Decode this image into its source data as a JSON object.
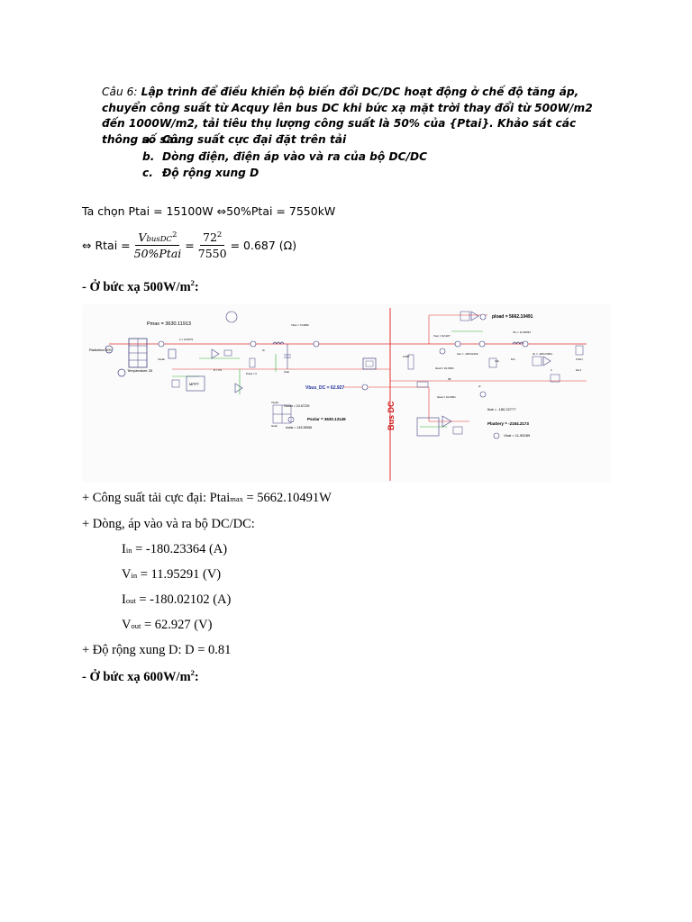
{
  "question": {
    "label": "Câu 6:",
    "text": " Lập trình để điều khiển bộ biến đổi DC/DC hoạt động ở chế độ tăng áp, chuyển công suất từ Acquy lên bus DC khi bức xạ mặt trời thay đổi từ 500W/m2 đến 1000W/m2, tải tiêu thụ lượng công suất là 50% của {Ptai}. Khảo sát các thông số sau:",
    "options": [
      {
        "key": "a.",
        "text": "Công suất cực đại đặt trên tải"
      },
      {
        "key": "b.",
        "text": "Dòng điện, điện áp vào và ra của bộ DC/DC"
      },
      {
        "key": "c.",
        "text": "Độ rộng xung D"
      }
    ]
  },
  "choice_line": "Ta chọn Ptai = 15100W ⇔50%Ptai = 7550kW",
  "rtai": {
    "prefix": "⇔ Rtai =",
    "num1": "V",
    "num1_sub": "busDC",
    "num1_sup": "2",
    "den1": "50%Ptai",
    "num2": "72",
    "num2_sup": "2",
    "den2": "7550",
    "eq": "=",
    "result": "= 0.687 (Ω)"
  },
  "section1": {
    "prefix": "- Ở bức xạ 500W/m",
    "sup": "2",
    "suffix": ":"
  },
  "circuit": {
    "pmax": "Pmax = 3630.11913",
    "pload": "pload = 5662.10491",
    "vbus": "Vbus_DC = 62.927",
    "busdc_label": "Bus DC",
    "psolar": "Psolar = 3630.13149",
    "vsolar": "Vsolar = 24.67229",
    "isolar": "Isolar = 145.28568",
    "ibat": "Ibat = -180.22777",
    "pbattery": "Pbattery = -2154.2173",
    "vbat": "Vbat = 11.95289",
    "radiation": "Radiation 500",
    "temperature": "Temperature 25",
    "mppt": "MPPT",
    "vin_small": "Vin = 11.95291",
    "iin_small": "Iin = -180.23364",
    "vout_small": "Vout = 62.927",
    "iout_small": "Iout = -180.02102",
    "r_load": "0.687",
    "iload_small": "Iload = 91.6051",
    "iload2_small": "Iload = 91.6051",
    "small_vals": [
      "Ir = 24.8279",
      "Vsolar",
      "Vbus = 74.9996",
      "Iin",
      "D = 0.5",
      "Pmax = 0",
      "Cbat",
      "IIR",
      "Vdc",
      "Dcc",
      "Id",
      "Il",
      "0.01H",
      "1E-3",
      "Isolar",
      "Vsolar"
    ]
  },
  "results": {
    "pload_line": {
      "prefix": "+ Công suất tải cực đại: Ptai",
      "sub": "max",
      "suffix": " = 5662.10491W"
    },
    "io_line": "+ Dòng, áp vào và ra bộ DC/DC:",
    "iin": {
      "sym": "I",
      "sub": "in",
      "val": " = -180.23364 (A)"
    },
    "vin": {
      "sym": "V",
      "sub": "in",
      "val": " = 11.95291 (V)"
    },
    "iout": {
      "sym": "I",
      "sub": "out",
      "val": " = -180.02102 (A)"
    },
    "vout": {
      "sym": "V",
      "sub": "out",
      "val": " = 62.927 (V)"
    },
    "duty": "+ Độ rộng xung D: D = 0.81"
  },
  "section2": {
    "prefix": "- Ở bức xạ 600W/m",
    "sup": "2",
    "suffix": ":"
  }
}
